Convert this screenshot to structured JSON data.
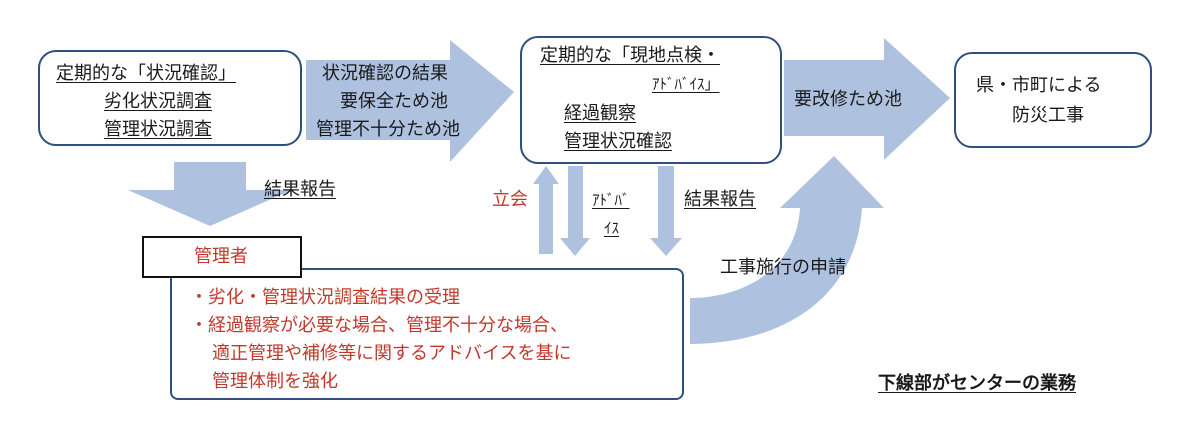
{
  "box_a": {
    "line1": "定期的な「状況確認」",
    "line2": "劣化状況調査",
    "line3": "管理状況調査"
  },
  "arrow_a_text": {
    "line1": "状況確認の結果",
    "line2": "要保全ため池",
    "line3": "管理不十分ため池"
  },
  "box_b": {
    "line1": "定期的な「現地点検・",
    "line2": "ｱﾄﾞﾊﾞｲｽ」",
    "line3": "経過観察",
    "line4": "管理状況確認"
  },
  "arrow_b_text": "要改修ため池",
  "box_c": {
    "line1": "県・市町による",
    "line2": "防災工事"
  },
  "down_arrow_label": "結果報告",
  "tachiai_label": "立会",
  "advice_label": {
    "line1": "ｱﾄﾞﾊﾞ",
    "line2": "ｲｽ"
  },
  "result_report_label": "結果報告",
  "application_label": "工事施行の申請",
  "manager": {
    "title": "管理者",
    "bullet1": "・劣化・管理状況調査結果の受理",
    "bullet2": "・経過観察が必要な場合、管理不十分な場合、",
    "bullet3": "適正管理や補修等に関するアドバイスを基に",
    "bullet4": "管理体制を強化"
  },
  "footnote": "下線部がセンターの業務",
  "colors": {
    "arrow_fill": "#aec2e0",
    "border": "#2f4f7f",
    "red_text": "#c0392b"
  }
}
